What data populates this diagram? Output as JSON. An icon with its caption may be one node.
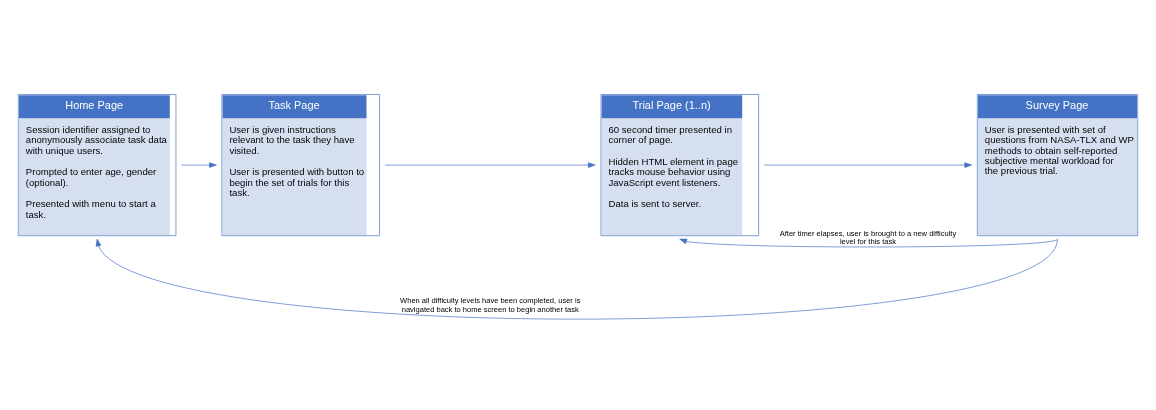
{
  "diagram": {
    "nodes": [
      {
        "text": [
          "Home Page",
          "Session identifier assigned to anonymously associate task data with unique users.",
          "Prompted to enter age, gender (optional).",
          "Presented with menu to start a task."
        ]
      },
      {
        "text": [
          "Task Page",
          "User is given instructions relevant to the task they have visited.",
          "User is presented with button to begin the set of trials for this task."
        ]
      },
      {
        "text": [
          "Trial Page (1..n)",
          "60 second timer presented in corner of page.",
          "Hidden HTML element in page tracks mouse behavior using JavaScript event listeners.",
          "Data is sent to server."
        ]
      },
      {
        "text": [
          "Survey Page",
          "User is presented with set of questions from NASA-TLX and WP methods to obtain self-reported subjective mental workload for the previous trial."
        ]
      }
    ],
    "edges": [
      {
        "from": 0,
        "to": 1,
        "arrow": "to"
      },
      {
        "from": 1,
        "to": 2,
        "arrow": "to"
      },
      {
        "from": 2,
        "to": 3,
        "arrow": "to"
      },
      {
        "from": 3,
        "to": 2,
        "arrow": "to",
        "label": "After timer elapses, user is brought to a new difficulty level for this task"
      },
      {
        "from": 3,
        "to": 0,
        "arrow": "to",
        "label": "When all difficulty levels have been completed, user is navigated back to home screen to begin another task"
      }
    ]
  }
}
